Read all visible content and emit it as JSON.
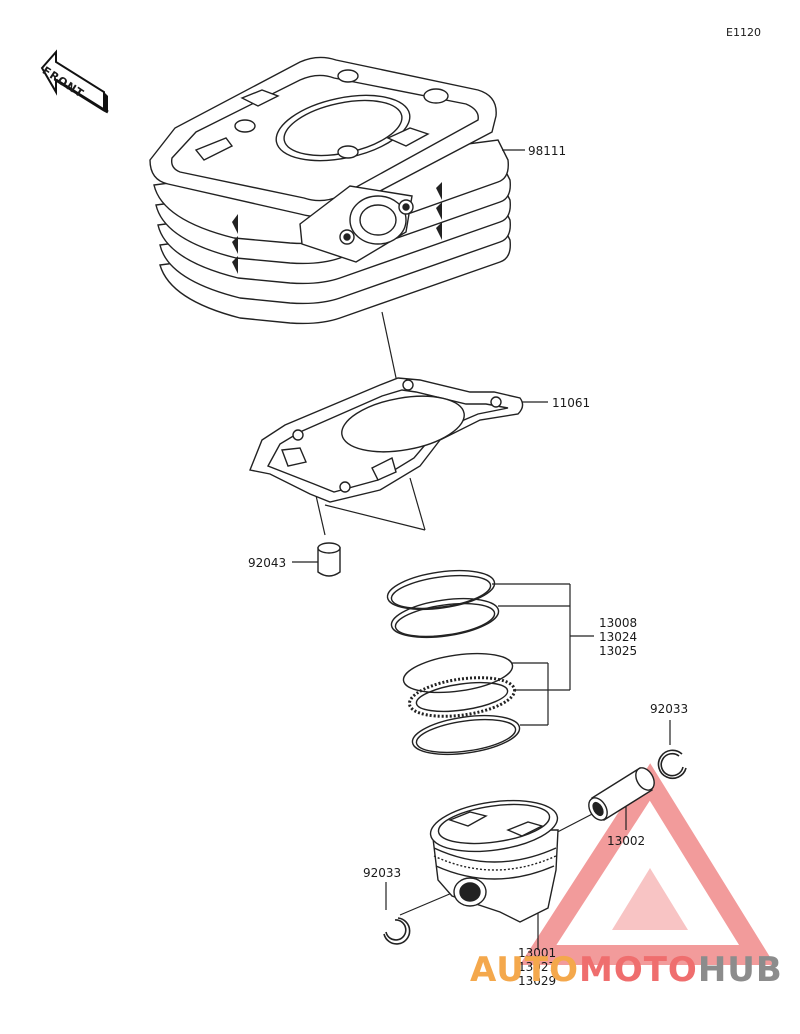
{
  "diagram_code": "E1120",
  "front_label": "FRONT",
  "parts": {
    "cylinder": {
      "number": "98111"
    },
    "gasket": {
      "number": "11061"
    },
    "dowel_pin": {
      "number": "92043"
    },
    "ring_set": {
      "numbers": [
        "13008",
        "13024",
        "13025"
      ]
    },
    "clip_right": {
      "number": "92033"
    },
    "piston_pin": {
      "number": "13002"
    },
    "clip_left": {
      "number": "92033"
    },
    "piston": {
      "numbers": [
        "13001",
        "13027",
        "13029"
      ]
    }
  },
  "watermark": {
    "parts": [
      "AUTO",
      "MOTO",
      "HUB"
    ],
    "colors": {
      "auto": "#f4a84c",
      "moto": "#ef6e6e",
      "hub": "#8c8c8c",
      "triangle": "#f08a8a"
    }
  }
}
